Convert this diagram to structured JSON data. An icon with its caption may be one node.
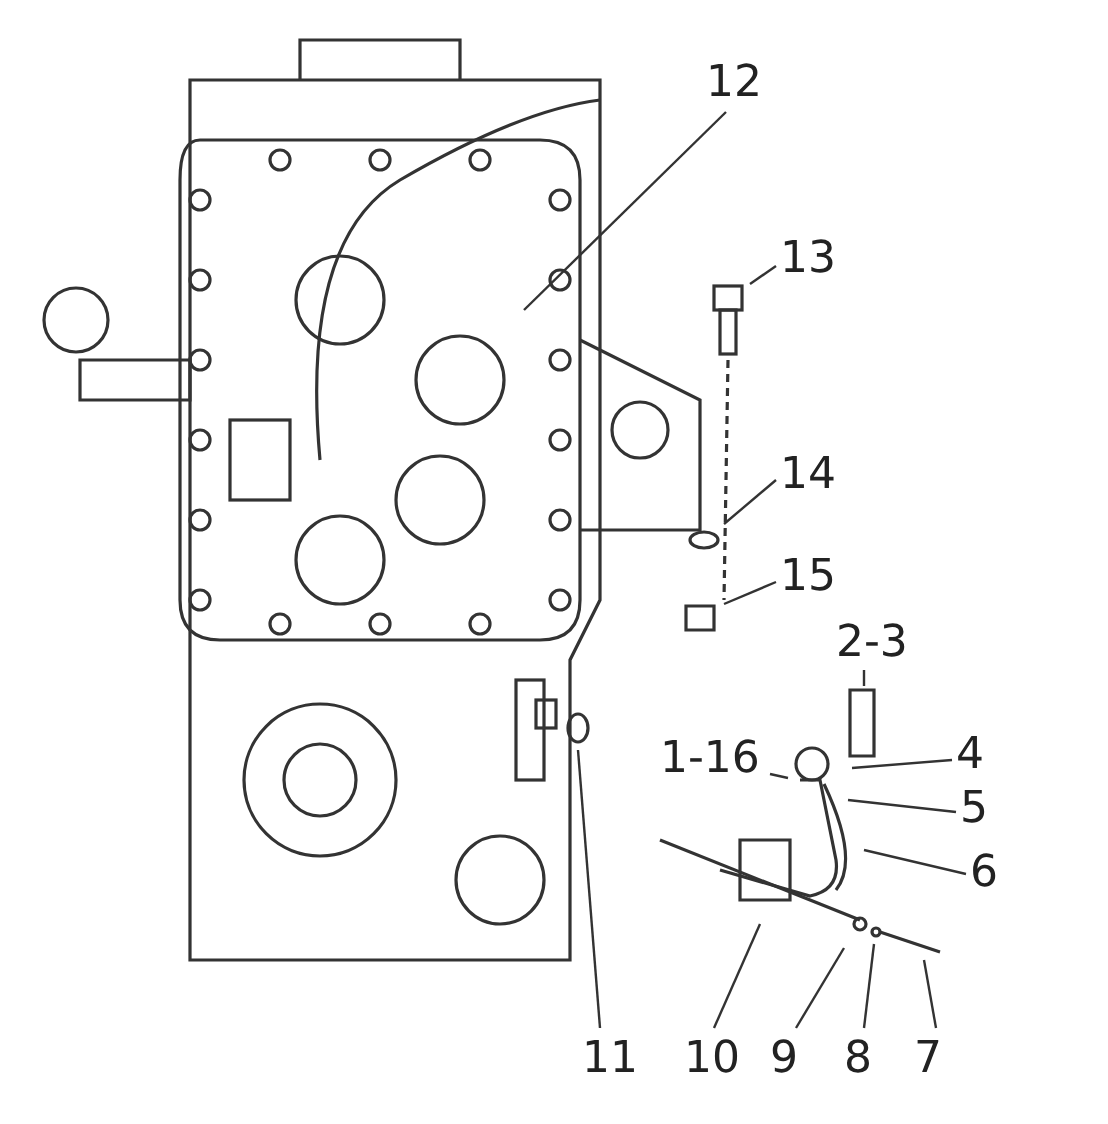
{
  "diagram": {
    "nodes": [
      {
        "text": [
          "12"
        ]
      },
      {
        "text": [
          "13"
        ]
      },
      {
        "text": [
          "14"
        ]
      },
      {
        "text": [
          "15"
        ]
      },
      {
        "text": [
          "2-3"
        ]
      },
      {
        "text": [
          "1-16"
        ]
      },
      {
        "text": [
          "4"
        ]
      },
      {
        "text": [
          "5"
        ]
      },
      {
        "text": [
          "6"
        ]
      },
      {
        "text": [
          "11"
        ]
      },
      {
        "text": [
          "10"
        ]
      },
      {
        "text": [
          "9"
        ]
      },
      {
        "text": [
          "8"
        ]
      },
      {
        "text": [
          "7"
        ]
      }
    ],
    "edges": [
      {
        "from": 0,
        "to": null,
        "arrow": "none"
      },
      {
        "from": 1,
        "to": null,
        "arrow": "none"
      },
      {
        "from": 2,
        "to": null,
        "arrow": "none"
      },
      {
        "from": 3,
        "to": null,
        "arrow": "none"
      },
      {
        "from": 4,
        "to": null,
        "arrow": "none"
      },
      {
        "from": 5,
        "to": null,
        "arrow": "none"
      },
      {
        "from": 6,
        "to": null,
        "arrow": "none"
      },
      {
        "from": 7,
        "to": null,
        "arrow": "none"
      },
      {
        "from": 8,
        "to": null,
        "arrow": "none"
      },
      {
        "from": 9,
        "to": null,
        "arrow": "none"
      },
      {
        "from": 10,
        "to": null,
        "arrow": "none"
      },
      {
        "from": 11,
        "to": null,
        "arrow": "none"
      },
      {
        "from": 12,
        "to": null,
        "arrow": "none"
      },
      {
        "from": 13,
        "to": null,
        "arrow": "none"
      }
    ]
  }
}
